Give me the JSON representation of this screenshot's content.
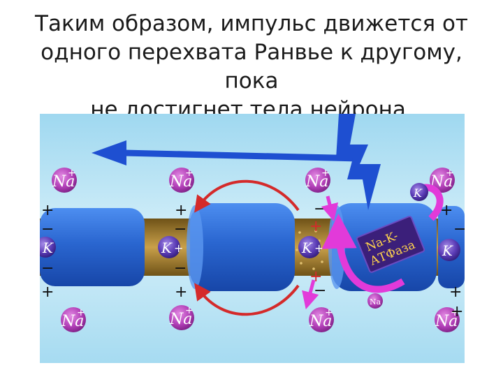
{
  "slide": {
    "title_lines": [
      "Таким образом, импульс движется от",
      "одного перехвата Ранвье к другому, пока",
      "не достигнет тела нейрона."
    ]
  },
  "diagram": {
    "ion_na": "Na",
    "ion_k": "K",
    "charge_plus": "+",
    "charge_minus": "−",
    "pump_label_line1": "Na-K-",
    "pump_label_line2": "АТФаза",
    "colors": {
      "background": "#bfe6f4",
      "myelin": "#2f6fd6",
      "axon_core": "#b0893a",
      "ion_ball": "#b23fb8",
      "arrow_blue": "#1e4fd1",
      "current_red": "#d42a2a",
      "pump_magenta": "#e23ad9",
      "pump_box": "#3b1f7a"
    }
  }
}
